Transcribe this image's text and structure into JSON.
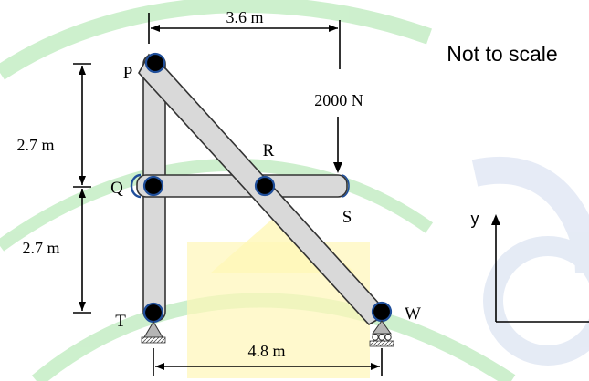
{
  "note": "Not to scale",
  "dimensions": {
    "top_width": "3.6 m",
    "upper_height": "2.7 m",
    "lower_height": "2.7 m",
    "base_width": "4.8 m"
  },
  "load": {
    "label": "2000 N"
  },
  "joints": {
    "P": "P",
    "Q": "Q",
    "R": "R",
    "S": "S",
    "T": "T",
    "W": "W"
  },
  "axes": {
    "y_label": "y"
  },
  "colors": {
    "member_fill": "#d9d9d9",
    "member_stroke": "#333333",
    "pin_fill": "#000000",
    "pin_ring": "#1f4e9a",
    "watermark_green": "#c8eec8",
    "watermark_yellow": "#fff6b0",
    "watermark_blue": "#e3e9f5",
    "support_gray": "#b5b5b5"
  }
}
